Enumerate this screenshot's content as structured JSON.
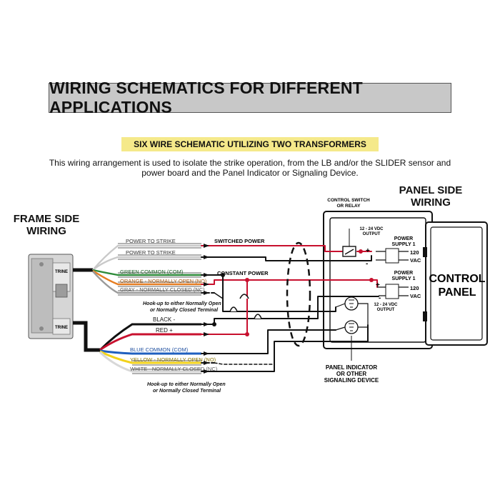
{
  "title": "WIRING SCHEMATICS FOR DIFFERENT APPLICATIONS",
  "subtitle": "SIX WIRE SCHEMATIC UTILIZING TWO TRANSFORMERS",
  "description": "This wiring arrangement is used to isolate the strike operation, from the LB and/or the SLIDER sensor and power board and the Panel Indicator or Signaling Device.",
  "frame_side_label_1": "FRAME SIDE",
  "frame_side_label_2": "WIRING",
  "panel_side_label_1": "PANEL SIDE",
  "panel_side_label_2": "WIRING",
  "strike_brand_1": "TRINE",
  "strike_brand_2": "TRINE",
  "wires_top": {
    "power_to_strike_1": "POWER TO STRIKE",
    "power_to_strike_2": "POWER TO STRIKE",
    "green_common": "GREEN COMMON (COM)",
    "orange_no": "ORANGE - NORMALLY OPEN (NO)",
    "gray_nc": "GRAY - NORMALLY CLOSED (NC)",
    "hookup_1": "Hook-up to either Normally Open",
    "hookup_2": "or Normally Closed Terminal"
  },
  "wires_bottom": {
    "black": "BLACK -",
    "red": "RED +",
    "blue_common": "BLUE COMMON (COM)",
    "yellow_no": "YELLOW - NORMALLY OPEN (NO)",
    "white_nc": "WHITE - NORMALLY CLOSED (NC)",
    "hookup_1": "Hook-up to either Normally Open",
    "hookup_2": "or Normally Closed Terminal"
  },
  "switched_power": "SWITCHED POWER",
  "constant_power": "CONSTANT POWER",
  "control_switch_1": "CONTROL SWITCH",
  "control_switch_2": "OR RELAY",
  "psu1": {
    "output_1": "12 - 24 VDC",
    "output_2": "OUTPUT",
    "name_1": "POWER",
    "name_2": "SUPPLY 1",
    "vac_1": "120",
    "vac_2": "VAC",
    "plus": "+",
    "minus": "-"
  },
  "psu2": {
    "name_1": "POWER",
    "name_2": "SUPPLY 1",
    "vac_1": "120",
    "vac_2": "VAC",
    "output_1": "12 - 24 VDC",
    "output_2": "OUTPUT",
    "plus": "+",
    "minus": "-"
  },
  "control_panel_1": "CONTROL",
  "control_panel_2": "PANEL",
  "panel_indicator_1": "PANEL INDICATOR",
  "panel_indicator_2": "OR OTHER",
  "panel_indicator_3": "SIGNALING DEVICE",
  "colors": {
    "red_wire": "#c8102e",
    "black_wire": "#111111",
    "green_wire": "#2e8b3a",
    "orange_wire": "#e67e22",
    "gray_wire": "#9a9a9a",
    "blue_wire": "#1f5fbf",
    "yellow_wire": "#f2d21b",
    "title_bg": "#c8c8c8",
    "subtitle_bg": "#f5e98a"
  }
}
